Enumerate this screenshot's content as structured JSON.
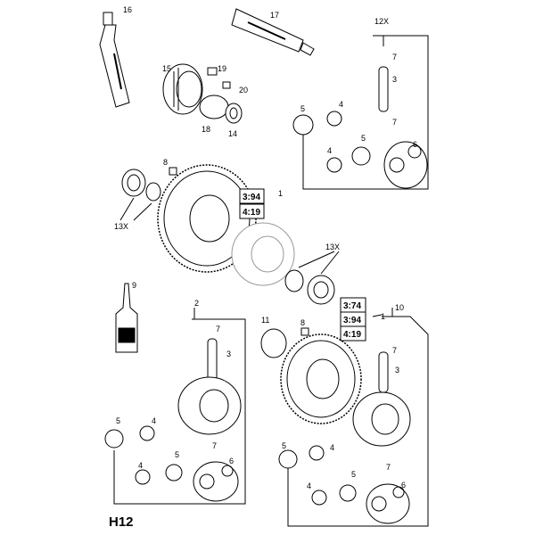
{
  "page_code": "H12",
  "callouts": {
    "n1": "1",
    "n1b": "1",
    "n2": "2",
    "n3a": "3",
    "n3b": "3",
    "n3c": "3",
    "n4a": "4",
    "n4b": "4",
    "n4c": "4",
    "n4d": "4",
    "n4e": "4",
    "n4f": "4",
    "n5a": "5",
    "n5b": "5",
    "n5c": "5",
    "n5d": "5",
    "n5e": "5",
    "n5f": "5",
    "n6a": "6",
    "n6b": "6",
    "n6c": "6",
    "n7a": "7",
    "n7b": "7",
    "n7c": "7",
    "n7d": "7",
    "n7e": "7",
    "n7f": "7",
    "n8a": "8",
    "n8b": "8",
    "n9": "9",
    "n10": "10",
    "n11": "11",
    "n12x": "12X",
    "n13xa": "13X",
    "n13xb": "13X",
    "n14": "14",
    "n15": "15",
    "n16": "16",
    "n17": "17",
    "n18": "18",
    "n19": "19",
    "n20": "20"
  },
  "ratio_boxes": {
    "upper": [
      "3:94",
      "4:19"
    ],
    "lower": [
      "3:74",
      "3:94",
      "4:19"
    ]
  }
}
